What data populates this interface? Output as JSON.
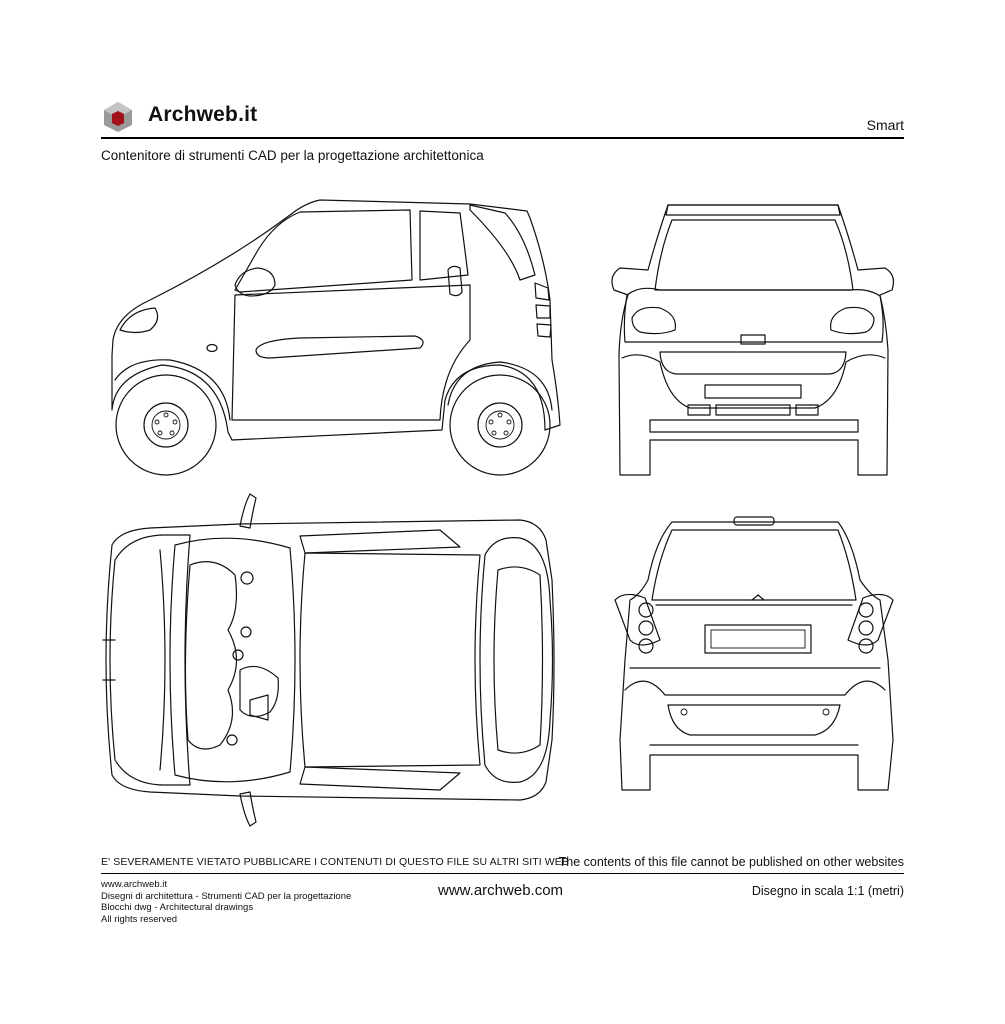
{
  "header": {
    "brand": "Archweb.it",
    "title": "Smart",
    "subtitle": "Contenitore di strumenti CAD per la progettazione architettonica"
  },
  "footer": {
    "warning_it": "E' SEVERAMENTE VIETATO PUBBLICARE I CONTENUTI DI QUESTO FILE SU ALTRI SITI WEB",
    "warning_en": "The contents of this file cannot be published on other websites",
    "lines": [
      "www.archweb.it",
      "Disegni di architettura - Strumenti CAD  per la progettazione",
      "Blocchi dwg - Architectural drawings",
      "All rights reserved"
    ],
    "website": "www.archweb.com",
    "scale": "Disegno in scala 1:1 (metri)"
  },
  "logo": {
    "colors": [
      "#8a8a8a",
      "#b5b5b5",
      "#a3111a"
    ]
  },
  "views": [
    "side-view",
    "front-view",
    "top-view",
    "rear-view"
  ]
}
